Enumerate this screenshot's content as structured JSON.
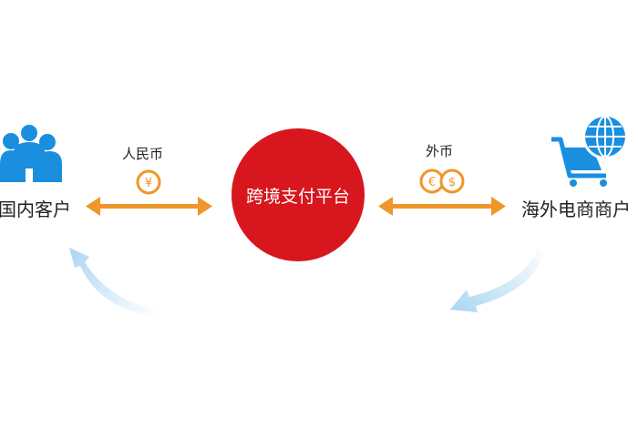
{
  "center": {
    "label": "跨境支付平台",
    "color": "#d7161d"
  },
  "left_node": {
    "label": "国内客户",
    "icon": "people-group-icon",
    "color": "#1a8fe0"
  },
  "right_node": {
    "label": "海外电商商户",
    "icon": "shopping-cart-globe-icon",
    "color": "#1a8fe0"
  },
  "left_link": {
    "label": "人民币",
    "icon": "yuan-coin-icon",
    "color": "#f0962a"
  },
  "right_link": {
    "label": "外币",
    "icons": [
      "euro-coin-icon",
      "dollar-coin-icon"
    ],
    "color": "#f0962a"
  },
  "flow_arrows_color": "#bfe0f5"
}
